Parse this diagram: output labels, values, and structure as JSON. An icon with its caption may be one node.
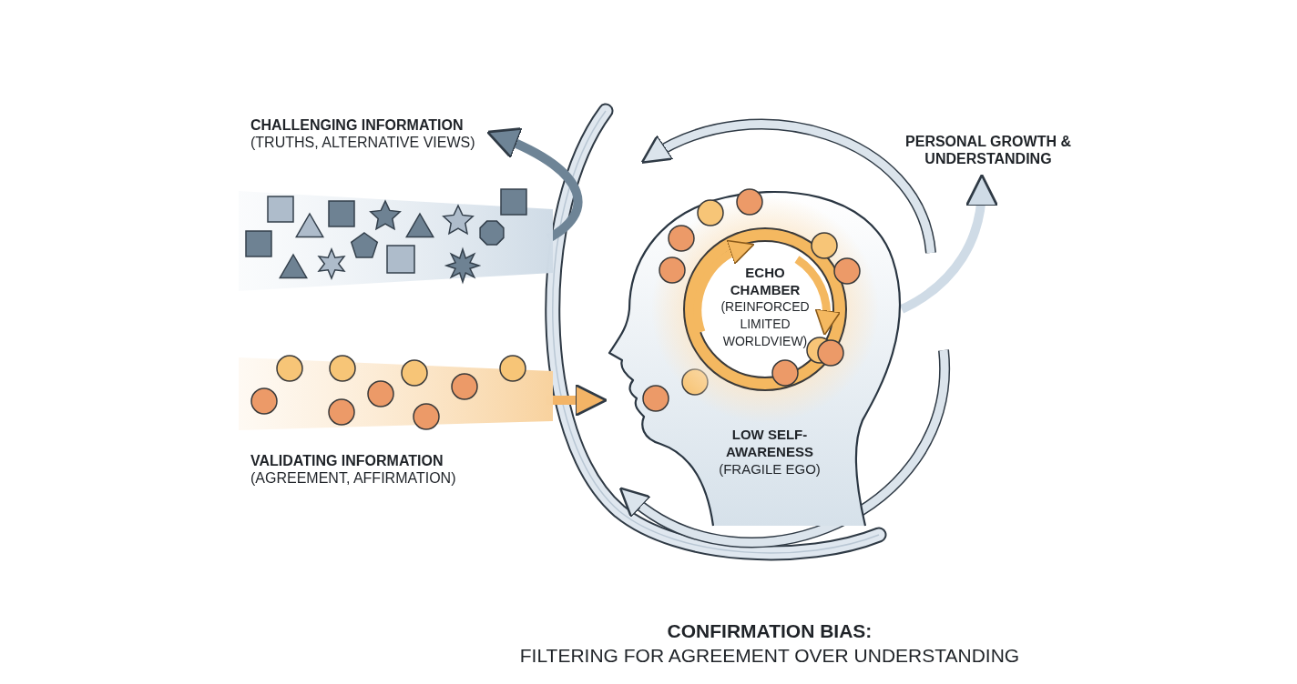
{
  "diagram": {
    "title": "CONFIRMATION BIAS:",
    "caption": "FILTERING FOR AGREEMENT OVER UNDERSTANDING",
    "nodes": [
      {
        "text": [
          "CHALLENGING INFORMATION",
          "(TRUTHS, ALTERNATIVE VIEWS)"
        ]
      },
      {
        "text": [
          "PERSONAL GROWTH & UNDERSTANDING"
        ]
      },
      {
        "text": [],
        "shape": "picture"
      },
      {
        "text": [
          "LOW SELF-AWARENESS",
          "(FRAGILE EGO)"
        ]
      },
      {
        "text": [
          "ECHO CHAMBER",
          "(REINFORCED LIMITED WORLDVIEW)"
        ],
        "in": 3
      },
      {
        "text": [],
        "shape": "picture",
        "beside": [
          "VALIDATING INFORMATION",
          "(AGREEMENT, AFFIRMATION)"
        ]
      }
    ],
    "edges": [
      {
        "from": 2,
        "to": 0,
        "arrow": "to",
        "color": "#6e8496"
      },
      {
        "from": 5,
        "to": 3,
        "arrow": "to",
        "color": "#f3b466"
      },
      {
        "from": 3,
        "to": 1,
        "arrow": "to",
        "color": "#cfdbe6"
      }
    ]
  }
}
